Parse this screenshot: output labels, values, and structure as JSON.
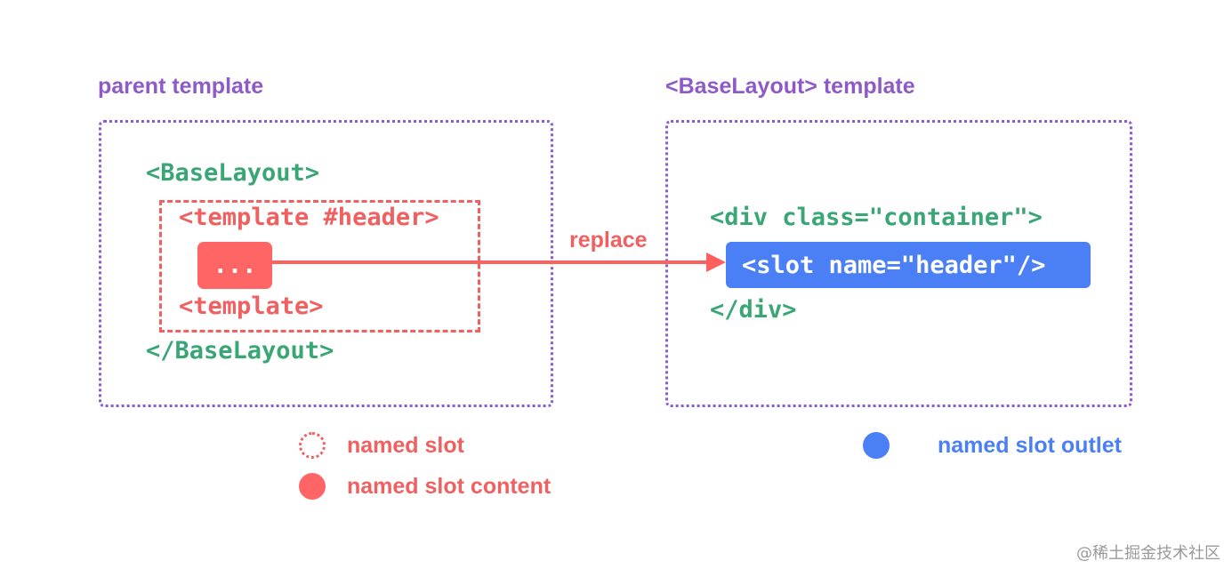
{
  "headings": {
    "parent": "parent template",
    "child": "<BaseLayout> template"
  },
  "parent_code": {
    "open_tag": "<BaseLayout>",
    "template_open": "<template #header>",
    "placeholder": "...",
    "template_close": "<template>",
    "close_tag": "</BaseLayout>"
  },
  "child_code": {
    "div_open": "<div class=\"container\">",
    "slot": "<slot name=\"header\"/>",
    "div_close": "</div>"
  },
  "arrow_label": "replace",
  "legend": {
    "named_slot": "named slot",
    "named_slot_content": "named slot content",
    "named_slot_outlet": "named slot outlet"
  },
  "watermark": "@稀土掘金技术社区",
  "colors": {
    "heading_purple": "#8e5ac8",
    "box_purple": "#8a5cd0",
    "code_green": "#3aa676",
    "slot_red": "#ff6565",
    "outlet_blue": "#4a7ff5"
  }
}
